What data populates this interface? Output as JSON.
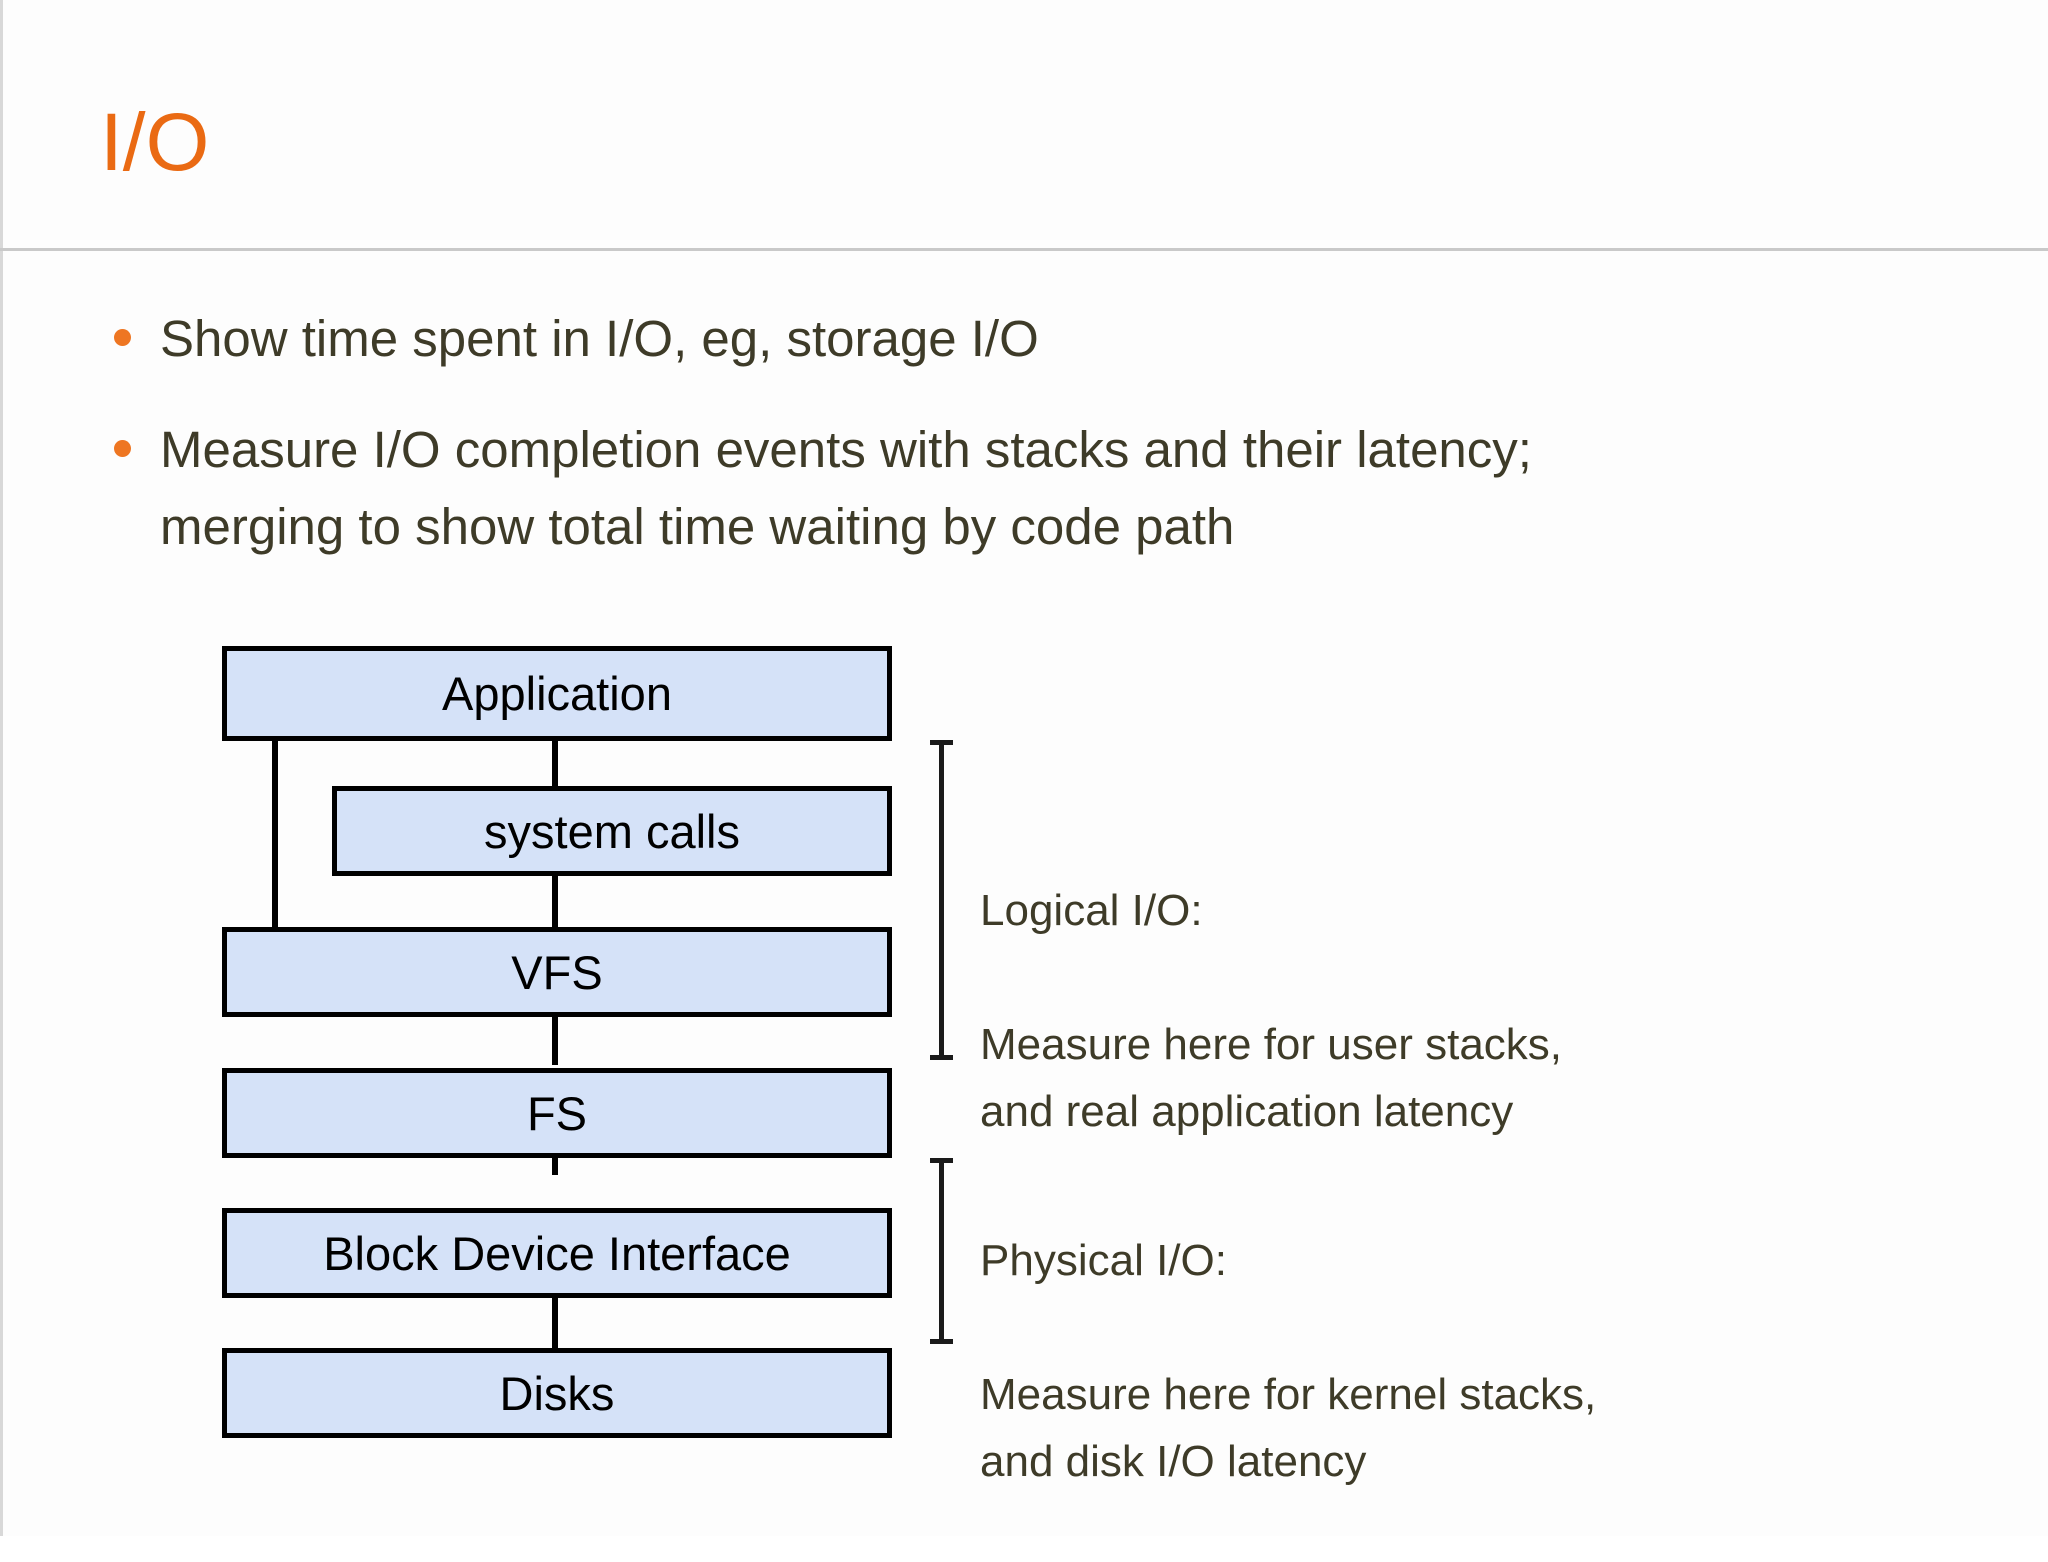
{
  "slide": {
    "title": "I/O",
    "title_color": "#ea6a13",
    "body_text_color": "#3e3b28",
    "bullet_color": "#ee7622",
    "box_fill": "#d5e2f8",
    "box_border": "#000000"
  },
  "bullets": [
    {
      "text": "Show time spent in I/O, eg, storage I/O"
    },
    {
      "text": "Measure I/O completion events with stacks and their latency;\nmerging to show total time waiting by code path"
    }
  ],
  "diagram": {
    "boxes": [
      {
        "label": "Application"
      },
      {
        "label": "system calls"
      },
      {
        "label": "VFS"
      },
      {
        "label": "FS"
      },
      {
        "label": "Block Device Interface"
      },
      {
        "label": "Disks"
      }
    ],
    "annotations": [
      {
        "heading": "Logical I/O:",
        "body": "Measure here for user stacks,\nand real application latency"
      },
      {
        "heading": "Physical I/O:",
        "body": "Measure here for kernel stacks,\nand disk I/O latency"
      }
    ]
  }
}
